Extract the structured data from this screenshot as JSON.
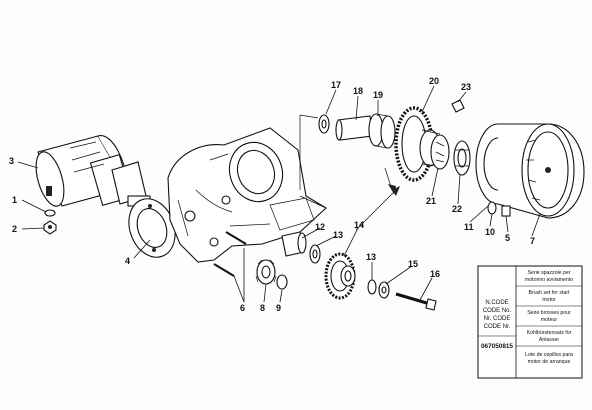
{
  "callouts": [
    {
      "id": "c1",
      "label": "1"
    },
    {
      "id": "c2",
      "label": "2"
    },
    {
      "id": "c3",
      "label": "3"
    },
    {
      "id": "c4",
      "label": "4"
    },
    {
      "id": "c5",
      "label": "5"
    },
    {
      "id": "c6",
      "label": "6"
    },
    {
      "id": "c7",
      "label": "7"
    },
    {
      "id": "c8",
      "label": "8"
    },
    {
      "id": "c9",
      "label": "9"
    },
    {
      "id": "c10",
      "label": "10"
    },
    {
      "id": "c11",
      "label": "11"
    },
    {
      "id": "c12",
      "label": "12"
    },
    {
      "id": "c13a",
      "label": "13"
    },
    {
      "id": "c13b",
      "label": "13"
    },
    {
      "id": "c14",
      "label": "14"
    },
    {
      "id": "c15",
      "label": "15"
    },
    {
      "id": "c16",
      "label": "16"
    },
    {
      "id": "c17",
      "label": "17"
    },
    {
      "id": "c18",
      "label": "18"
    },
    {
      "id": "c19",
      "label": "19"
    },
    {
      "id": "c20",
      "label": "20"
    },
    {
      "id": "c21",
      "label": "21"
    },
    {
      "id": "c22",
      "label": "22"
    },
    {
      "id": "c23",
      "label": "23"
    }
  ],
  "table": {
    "codes_header": [
      "N.CODE",
      "CODE No.",
      "Nr. CODE",
      "CODE Nr."
    ],
    "part_code": "067050815",
    "descriptions": [
      [
        "Serie spazzole per",
        "motorino avviamento"
      ],
      [
        "Brush set for start",
        "motor"
      ],
      [
        "Serie brosses pour",
        "moteur"
      ],
      [
        "Kohlbürstensatz für",
        "Anlasser"
      ],
      [
        "Lote de cepillos para",
        "motor de arranque"
      ]
    ]
  }
}
